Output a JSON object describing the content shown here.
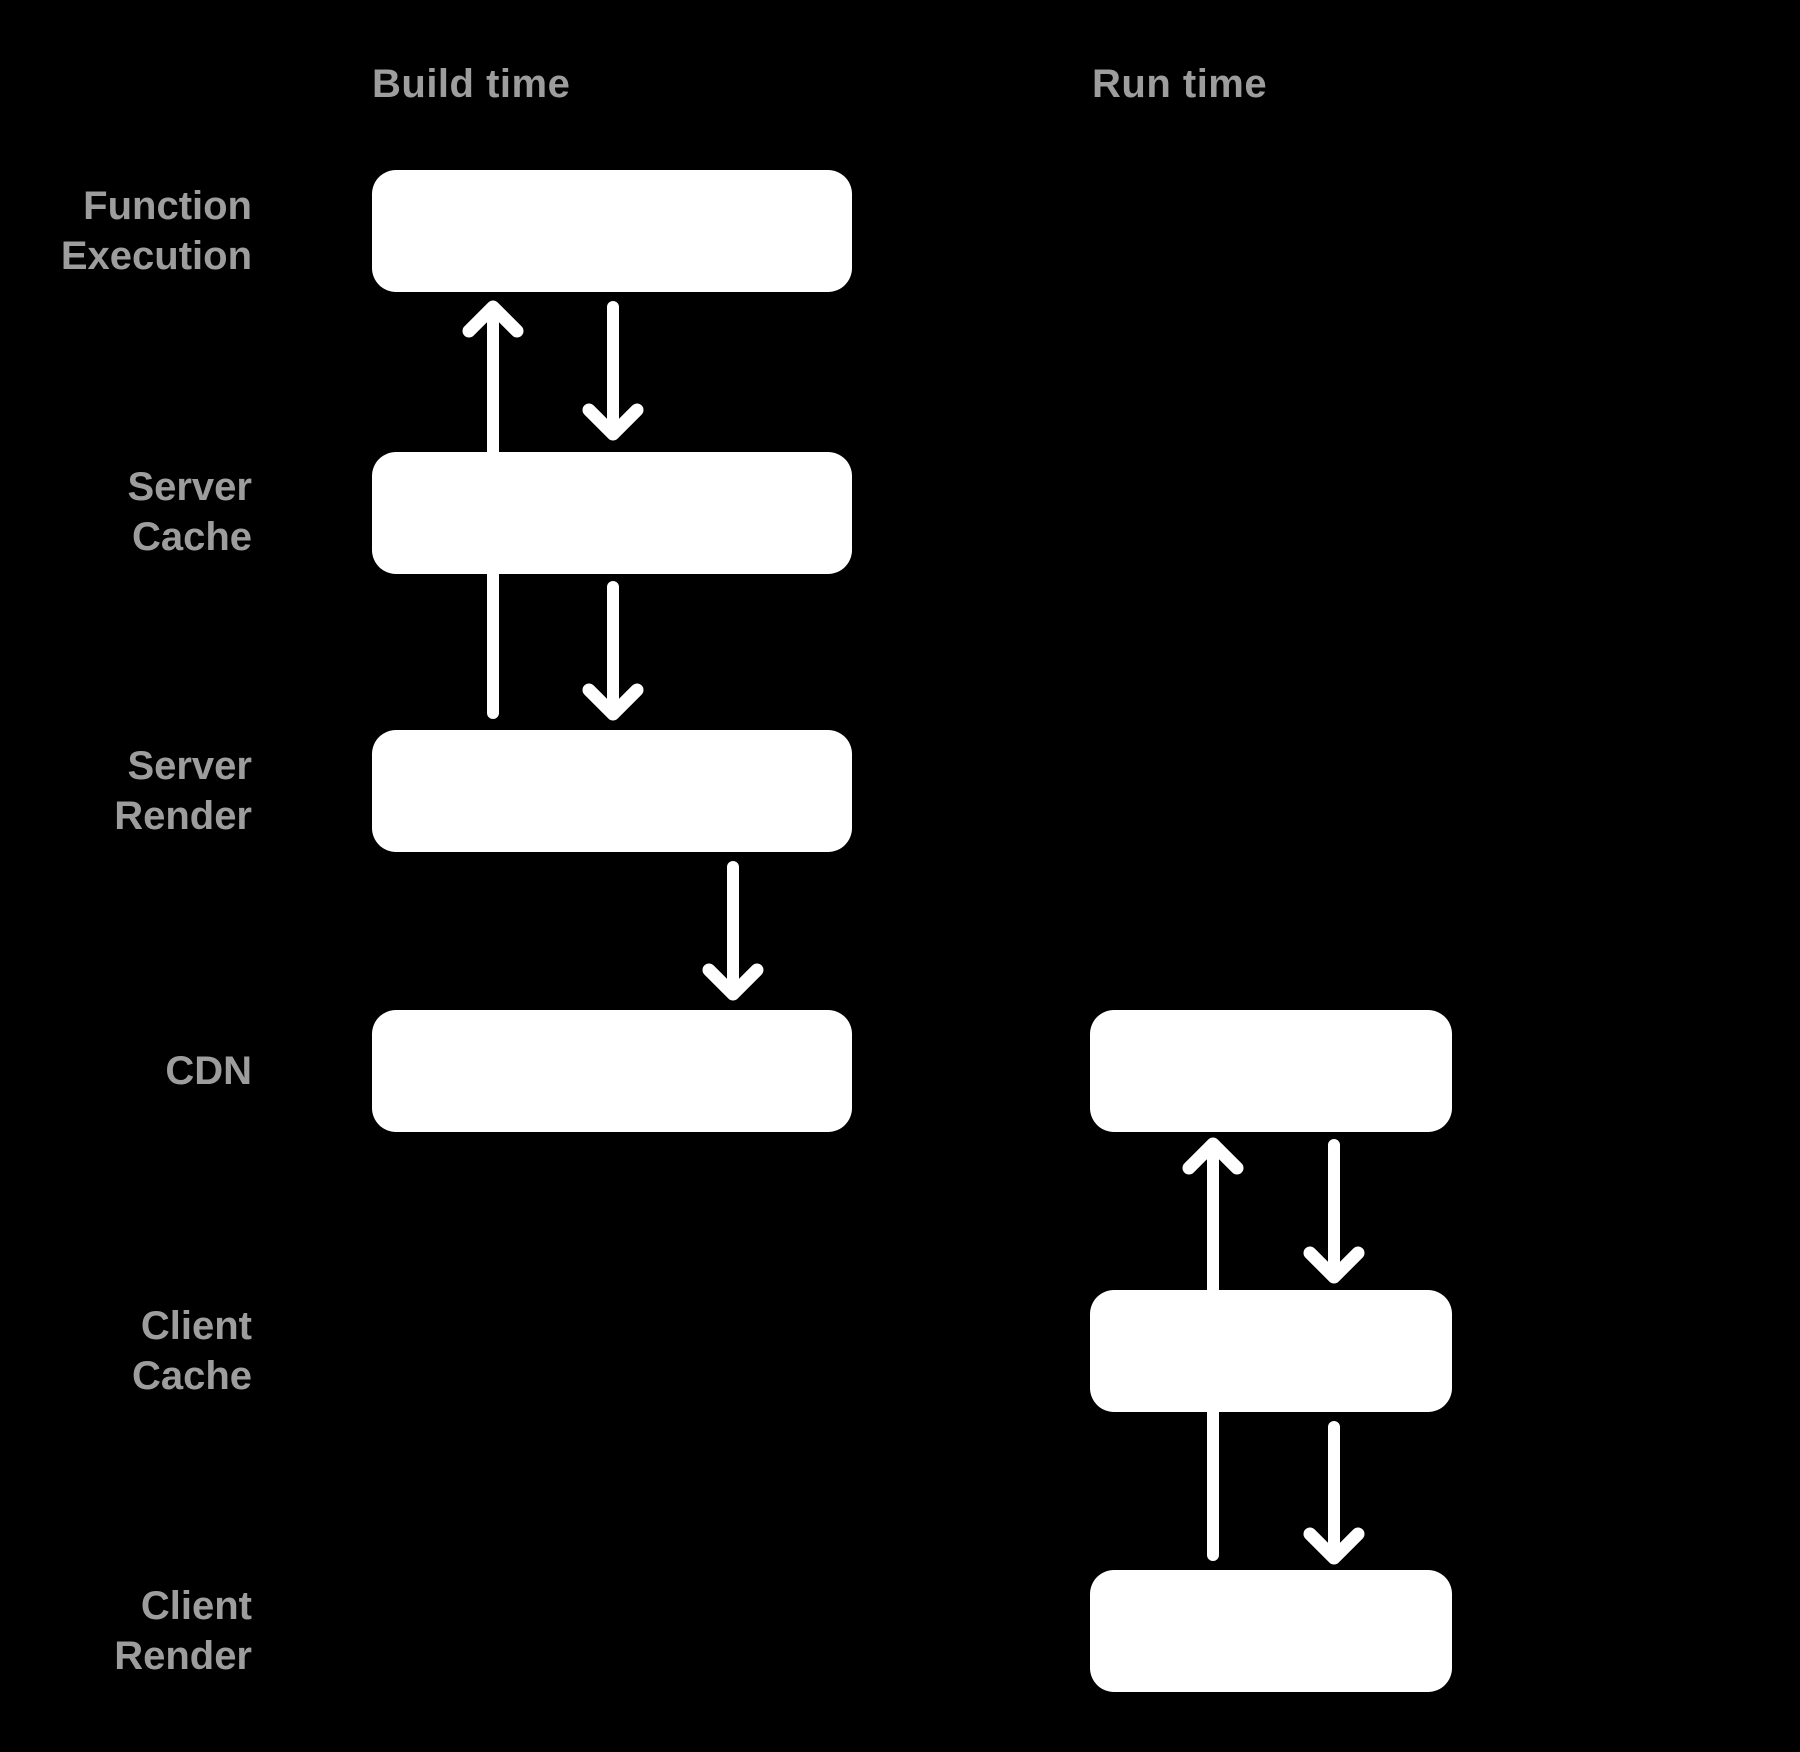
{
  "diagram": {
    "columns": [
      {
        "id": "build",
        "label": "Build time"
      },
      {
        "id": "run",
        "label": "Run time"
      }
    ],
    "rows": [
      {
        "id": "function-execution",
        "label": "Function\nExecution"
      },
      {
        "id": "server-cache",
        "label": "Server\nCache"
      },
      {
        "id": "server-render",
        "label": "Server\nRender"
      },
      {
        "id": "cdn",
        "label": "CDN"
      },
      {
        "id": "client-cache",
        "label": "Client\nCache"
      },
      {
        "id": "client-render",
        "label": "Client\nRender"
      }
    ],
    "nodes": [
      {
        "column": "build",
        "row": "function-execution"
      },
      {
        "column": "build",
        "row": "server-cache"
      },
      {
        "column": "build",
        "row": "server-render"
      },
      {
        "column": "build",
        "row": "cdn"
      },
      {
        "column": "run",
        "row": "cdn"
      },
      {
        "column": "run",
        "row": "client-cache"
      },
      {
        "column": "run",
        "row": "client-render"
      }
    ],
    "arrows": [
      {
        "from": "build-server-render",
        "to": "build-function-execution",
        "direction": "up"
      },
      {
        "from": "build-function-execution",
        "to": "build-server-cache",
        "direction": "down"
      },
      {
        "from": "build-server-cache",
        "to": "build-server-render",
        "direction": "down"
      },
      {
        "from": "build-server-render",
        "to": "build-cdn",
        "direction": "down"
      },
      {
        "from": "run-client-render",
        "to": "run-cdn",
        "direction": "up"
      },
      {
        "from": "run-cdn",
        "to": "run-client-cache",
        "direction": "down"
      },
      {
        "from": "run-client-cache",
        "to": "run-client-render",
        "direction": "down"
      }
    ],
    "colors": {
      "background": "#000000",
      "node_fill": "#ffffff",
      "label_text": "#9d9d9d",
      "arrow": "#ffffff"
    }
  }
}
